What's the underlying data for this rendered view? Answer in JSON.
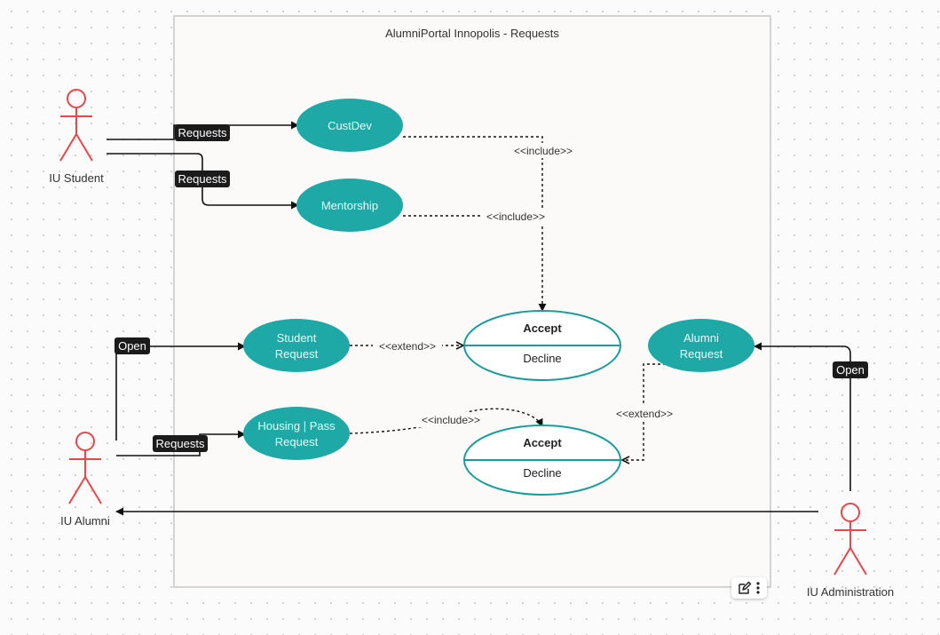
{
  "diagram": {
    "title": "AlumniPortal Innopolis - Requests",
    "actors": {
      "student": "IU Student",
      "alumni": "IU Alumni",
      "administration": "IU Administration"
    },
    "use_cases": {
      "custdev": "CustDev",
      "mentorship": "Mentorship",
      "student_request": [
        "Student",
        "Request"
      ],
      "housing_request": [
        "Housing | Pass",
        "Request"
      ],
      "alumni_request": [
        "Alumni",
        "Request"
      ],
      "accept_decline_1": {
        "top": "Accept",
        "bottom": "Decline"
      },
      "accept_decline_2": {
        "top": "Accept",
        "bottom": "Decline"
      }
    },
    "edge_labels": {
      "requests": "Requests",
      "open": "Open",
      "include": "<<include>>",
      "extend": "<<extend>>"
    }
  },
  "colors": {
    "use_case_fill": "#1fa9a6",
    "use_case_text": "#eafaf9",
    "actor_stroke": "#e8474a",
    "badge_fill": "#1b1b1b",
    "accent_stroke": "#1a9d9a",
    "boundary_fill": "#fbfaf8",
    "boundary_stroke": "#d3d3d3"
  },
  "toolbar": {
    "icons": [
      "edit-icon",
      "more-vertical-icon"
    ]
  }
}
